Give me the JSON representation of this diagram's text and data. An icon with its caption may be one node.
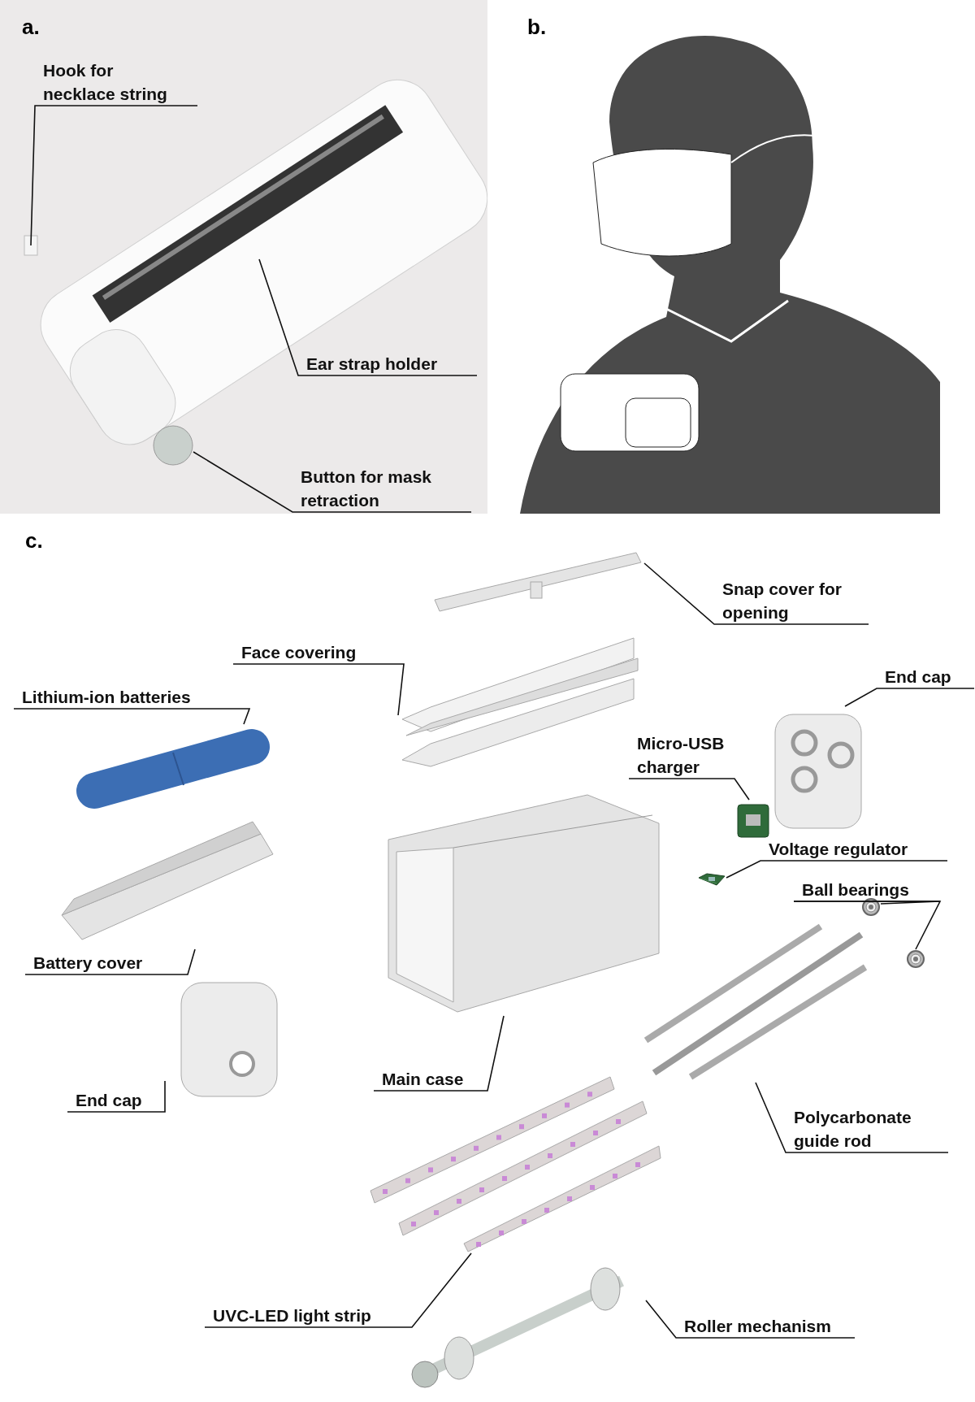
{
  "diagram": {
    "nodes": [
      {
        "text": [
          "Hook for necklace string"
        ]
      },
      {
        "text": [
          "Ear strap holder"
        ]
      },
      {
        "text": [
          "Button for mask retraction"
        ]
      },
      {
        "text": [
          "Snap cover for opening"
        ]
      },
      {
        "text": [],
        "shape": "picture"
      },
      {
        "text": [
          "Face covering"
        ]
      },
      {
        "text": [],
        "shape": "picture"
      },
      {
        "text": [
          "Lithium-ion batteries"
        ]
      },
      {
        "text": [],
        "shape": "picture"
      },
      {
        "text": [
          "End cap"
        ]
      },
      {
        "text": [],
        "shape": "picture"
      },
      {
        "text": [
          "Micro-USB charger"
        ]
      },
      {
        "text": [],
        "shape": "picture"
      },
      {
        "text": [
          "Voltage regulator"
        ]
      },
      {
        "text": [],
        "shape": "picture"
      },
      {
        "text": [
          "Ball bearings"
        ]
      },
      {
        "text": [],
        "shape": "picture"
      },
      {
        "text": [],
        "shape": "picture"
      },
      {
        "text": [
          "Battery cover"
        ]
      },
      {
        "text": [],
        "shape": "picture"
      },
      {
        "text": [
          "Main case"
        ]
      },
      {
        "text": [],
        "shape": "picture"
      },
      {
        "text": [
          "End cap"
        ]
      },
      {
        "text": [],
        "shape": "picture"
      },
      {
        "text": [
          "Polycarbonate guide rod"
        ]
      },
      {
        "text": [],
        "shape": "picture"
      },
      {
        "text": [
          "UVC-LED light strip"
        ]
      },
      {
        "text": [],
        "shape": "picture"
      },
      {
        "text": [
          "Roller mechanism"
        ]
      },
      {
        "text": [],
        "shape": "picture"
      }
    ],
    "edges": [
      {
        "from": 0,
        "to": null,
        "arrow": "none"
      },
      {
        "from": 1,
        "to": null,
        "arrow": "none"
      },
      {
        "from": 2,
        "to": null,
        "arrow": "none"
      },
      {
        "from": 3,
        "to": 4,
        "arrow": "none"
      },
      {
        "from": 5,
        "to": 6,
        "arrow": "none"
      },
      {
        "from": 7,
        "to": 8,
        "arrow": "none"
      },
      {
        "from": 9,
        "to": 10,
        "arrow": "none"
      },
      {
        "from": 11,
        "to": 12,
        "arrow": "none"
      },
      {
        "from": 13,
        "to": 14,
        "arrow": "none"
      },
      {
        "from": 15,
        "to": 16,
        "arrow": "none"
      },
      {
        "from": 15,
        "to": 17,
        "arrow": "none"
      },
      {
        "from": 18,
        "to": 19,
        "arrow": "none"
      },
      {
        "from": 20,
        "to": 21,
        "arrow": "none"
      },
      {
        "from": 22,
        "to": 23,
        "arrow": "none"
      },
      {
        "from": 24,
        "to": 25,
        "arrow": "none"
      },
      {
        "from": 26,
        "to": 27,
        "arrow": "none"
      },
      {
        "from": 28,
        "to": 29,
        "arrow": "none"
      }
    ],
    "labels": [
      "a.",
      "b.",
      "c."
    ]
  }
}
